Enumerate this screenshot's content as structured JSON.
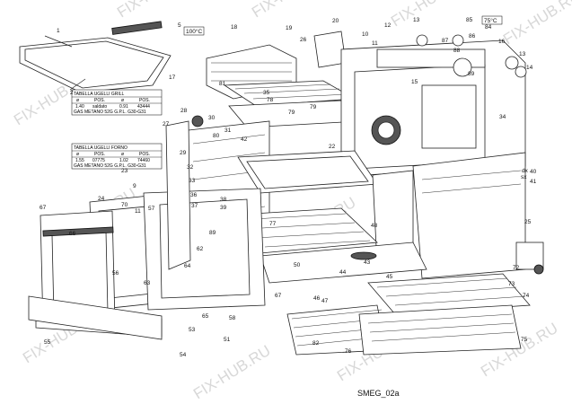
{
  "watermark": "FIX-HUB.RU",
  "caption": "SMEG_02a",
  "grill_table": {
    "title": "TABELLA UGELLI GRILL",
    "headers": [
      "ø",
      "POS.",
      "ø",
      "POS."
    ],
    "row": [
      "1.40",
      "saldato",
      "0.91",
      "43444"
    ],
    "footer": "GAS METANO 52G   G.P.L.   G30-G31"
  },
  "oven_table": {
    "title": "TABELLA UGELLI FORNO",
    "headers": [
      "ø",
      "POS.",
      "ø",
      "POS."
    ],
    "row": [
      "1.55",
      "07775",
      "1.02",
      "74460"
    ],
    "footer": "GAS METANO 52G   G.P.L.   G30-G31"
  },
  "temp_labels": [
    "100°C",
    "75°C"
  ],
  "part_labels": [
    "1",
    "2",
    "5",
    "17",
    "18",
    "19",
    "20",
    "26",
    "10",
    "11",
    "12",
    "13",
    "15",
    "85",
    "84",
    "86",
    "87",
    "88",
    "89",
    "16",
    "13",
    "14",
    "81",
    "35",
    "78",
    "79",
    "28",
    "27",
    "31",
    "42",
    "29",
    "32",
    "30",
    "80",
    "22",
    "34",
    "33",
    "36",
    "37",
    "38",
    "39",
    "40",
    "41",
    "23",
    "24",
    "70",
    "11",
    "89",
    "67",
    "66",
    "56",
    "63",
    "62",
    "64",
    "65",
    "58",
    "51",
    "50",
    "44",
    "43",
    "45",
    "46",
    "47",
    "48",
    "77",
    "82",
    "76",
    "55",
    "53",
    "54",
    "25",
    "72",
    "73",
    "74",
    "75",
    "79",
    "9",
    "57",
    "67",
    "dx",
    "sx"
  ]
}
